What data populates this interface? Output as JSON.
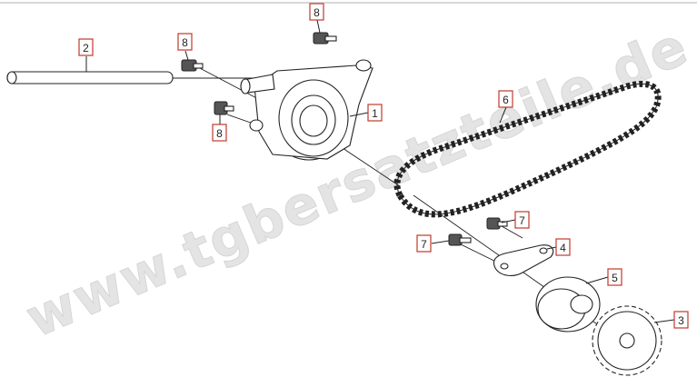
{
  "watermark": {
    "text": "www.tgbersatzteile.de"
  },
  "callouts": [
    {
      "id": "callout-1",
      "label": "1"
    },
    {
      "id": "callout-2",
      "label": "2"
    },
    {
      "id": "callout-3",
      "label": "3"
    },
    {
      "id": "callout-4",
      "label": "4"
    },
    {
      "id": "callout-5",
      "label": "5"
    },
    {
      "id": "callout-6",
      "label": "6"
    },
    {
      "id": "callout-7a",
      "label": "7"
    },
    {
      "id": "callout-7b",
      "label": "7"
    },
    {
      "id": "callout-8a",
      "label": "8"
    },
    {
      "id": "callout-8b",
      "label": "8"
    },
    {
      "id": "callout-8c",
      "label": "8"
    }
  ],
  "colors": {
    "callout_border": "#c0392b",
    "line": "#222222",
    "watermark": "#e4e4e4"
  }
}
